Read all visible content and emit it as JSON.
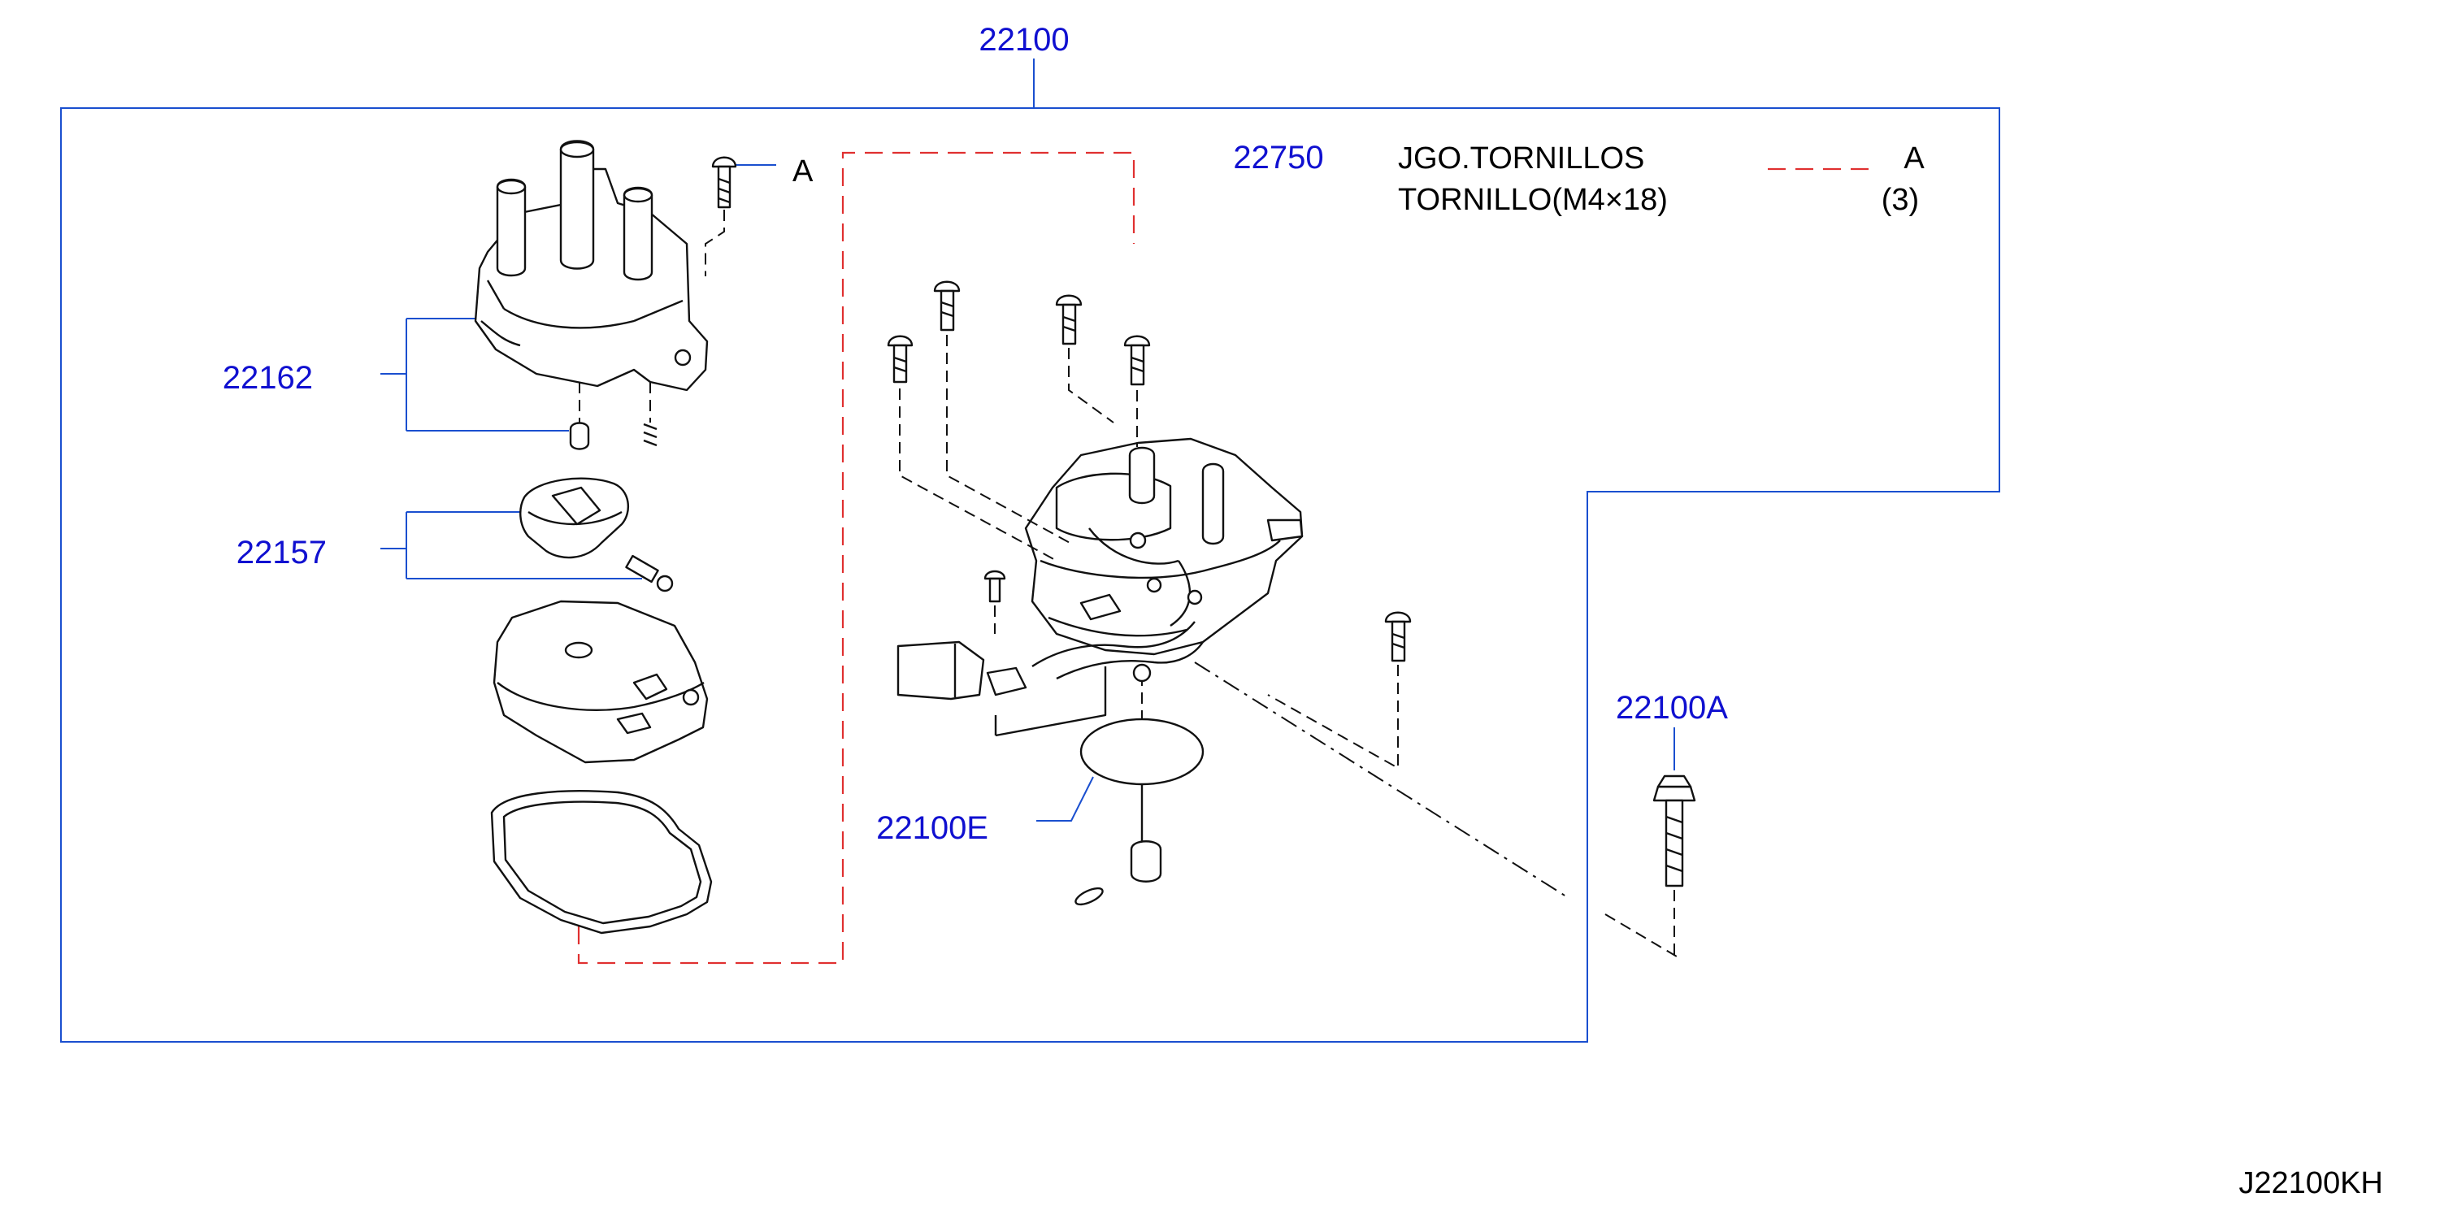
{
  "main_part": {
    "number": "22100"
  },
  "callouts": [
    {
      "id": "22162",
      "label": "22162"
    },
    {
      "id": "22157",
      "label": "22157"
    },
    {
      "id": "22100E",
      "label": "22100E"
    },
    {
      "id": "22100A",
      "label": "22100A"
    }
  ],
  "screw_kit": {
    "part_number": "22750",
    "description": "JGO.TORNILLOS",
    "item": "TORNILLO(M4×18)",
    "quantity": "(3)",
    "reference": "A"
  },
  "reference_mark": "A",
  "drawing_code": "J22100KH",
  "colors": {
    "part_number": "#1010d0",
    "frame_line": "#1a4fcf",
    "reference_dash": "#e03030",
    "ink": "#111111"
  }
}
